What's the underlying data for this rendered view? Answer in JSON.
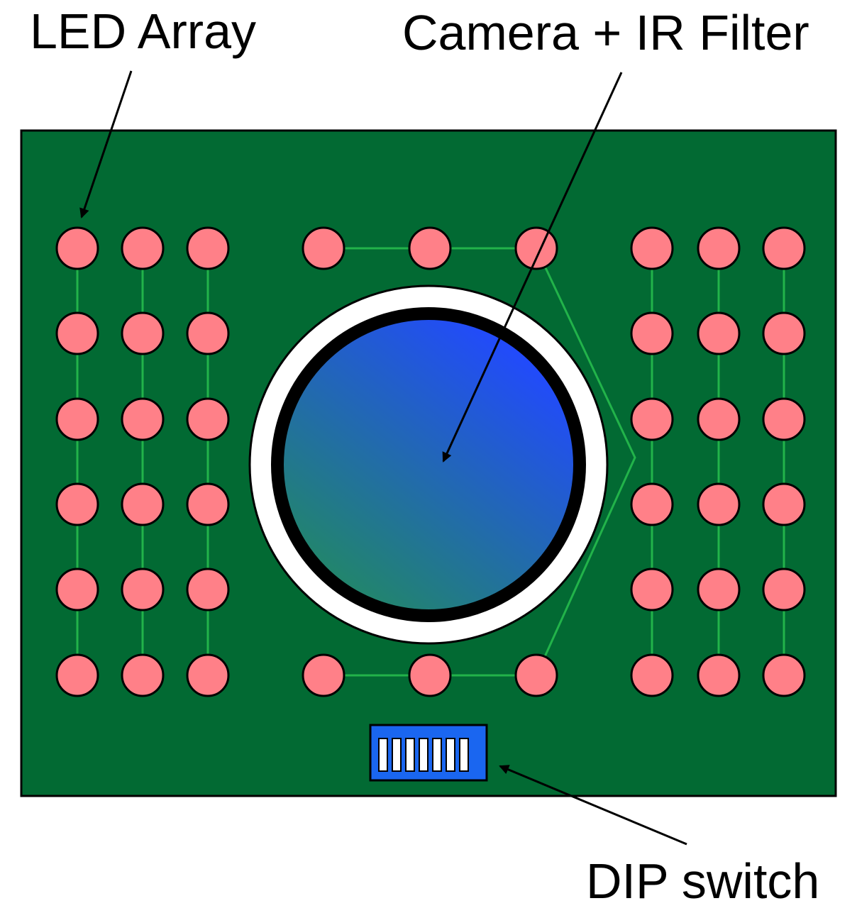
{
  "labels": {
    "led_array": "LED Array",
    "camera": "Camera + IR Filter",
    "dip_switch": "DIP switch"
  },
  "colors": {
    "board": "#026a33",
    "trace": "#22b34a",
    "led": "#ff8088",
    "dip_body": "#1a66f0",
    "lens_light": "#2249ff",
    "lens_dark": "#22866a",
    "outline": "#000000",
    "lens_ring": "#ffffff"
  },
  "dip_switch_positions": 7
}
